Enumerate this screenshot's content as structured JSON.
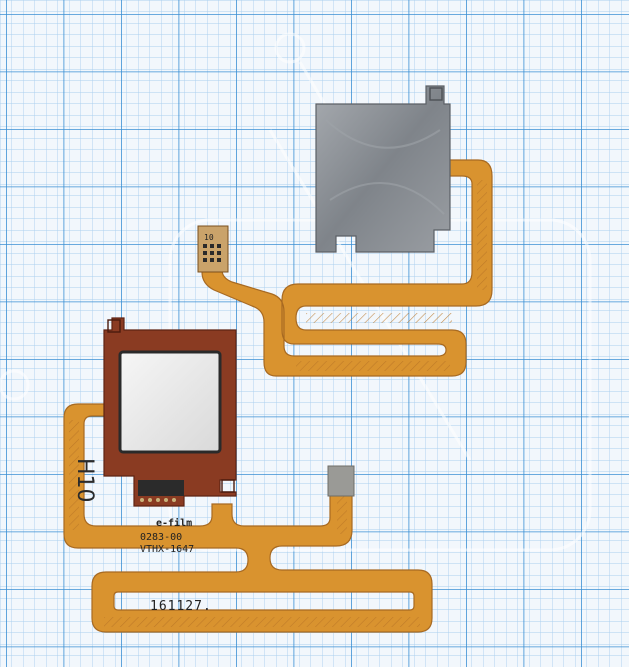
{
  "photo": {
    "subject": "flex-cable-pair",
    "background": "graph-paper",
    "colors": {
      "paper": "#f4f8fc",
      "grid_minor": "#9cc7ea",
      "grid_major": "#2f86cf",
      "flex_orange": "#d9932f",
      "flex_dark": "#b8732a",
      "shield_grey": "#8a8f95",
      "pcb_brown": "#8a3b22",
      "sensor_silver": "#ececec"
    }
  },
  "cable_bottom": {
    "brand_mark": "e-film",
    "part_code": "0283-00",
    "rev_code": "VTHX-1647",
    "date_code": "161127.",
    "handwritten_mark": "H10"
  },
  "cable_top": {
    "pin_label": "10"
  }
}
